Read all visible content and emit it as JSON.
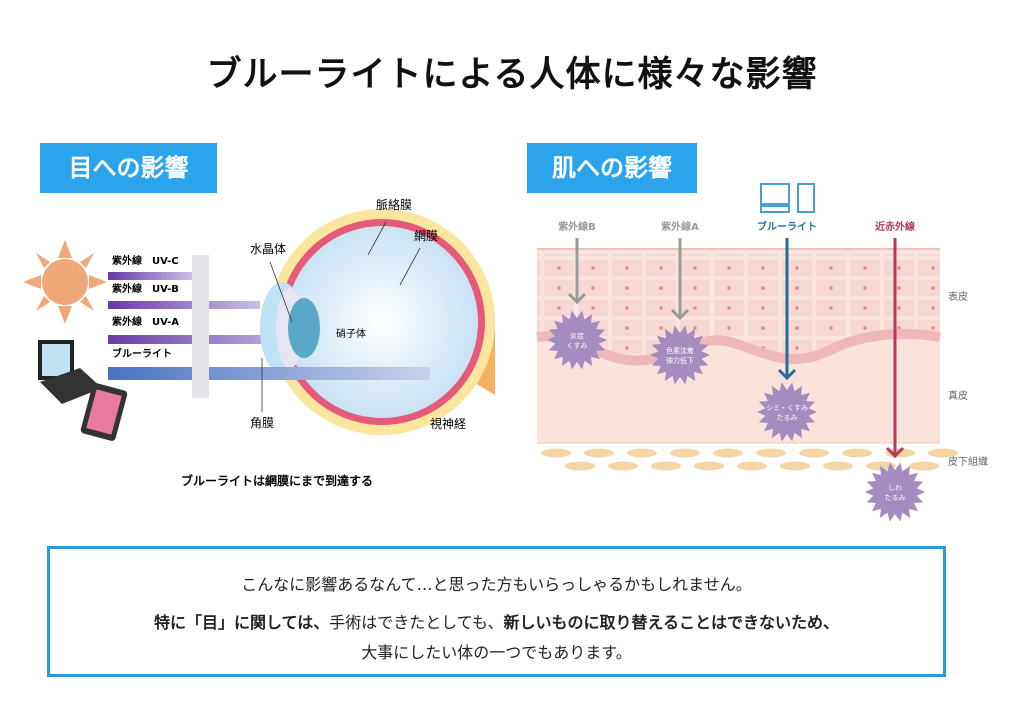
{
  "title": "ブルーライトによる人体に様々な影響",
  "eye": {
    "heading": "目への影響",
    "rays": [
      "紫外線　UV-C",
      "紫外線　UV-B",
      "紫外線　UV-A",
      "ブルーライト"
    ],
    "parts": {
      "lens": "水晶体",
      "choroid": "脈絡膜",
      "retina": "網膜",
      "vitreous": "硝子体",
      "cornea": "角膜",
      "optic_nerve": "視神経"
    },
    "caption": "ブルーライトは網膜にまで到達する"
  },
  "skin": {
    "heading": "肌への影響",
    "rays": [
      "紫外線B",
      "紫外線A",
      "ブルーライト",
      "近赤外線"
    ],
    "layers": [
      "表皮",
      "真皮",
      "皮下組織"
    ],
    "effects": [
      [
        "炎症",
        "くすみ"
      ],
      [
        "色素沈着",
        "弾力低下"
      ],
      [
        "シミ・くすみ",
        "たるみ"
      ],
      [
        "しわ",
        "たるみ"
      ]
    ],
    "colors": {
      "uv": "#9a9a9a",
      "blue": "#1f6e9c",
      "nir": "#b33a5c"
    }
  },
  "note": {
    "line1": "こんなに影響あるなんて…と思った方もいらっしゃるかもしれません。",
    "line2_bold1": "特に「目」に関しては、",
    "line2_normal": "手術はできたとしても、",
    "line2_bold2": "新しいものに取り替えることはできないため、",
    "line3": "大事にしたい体の一つでもあります。"
  }
}
